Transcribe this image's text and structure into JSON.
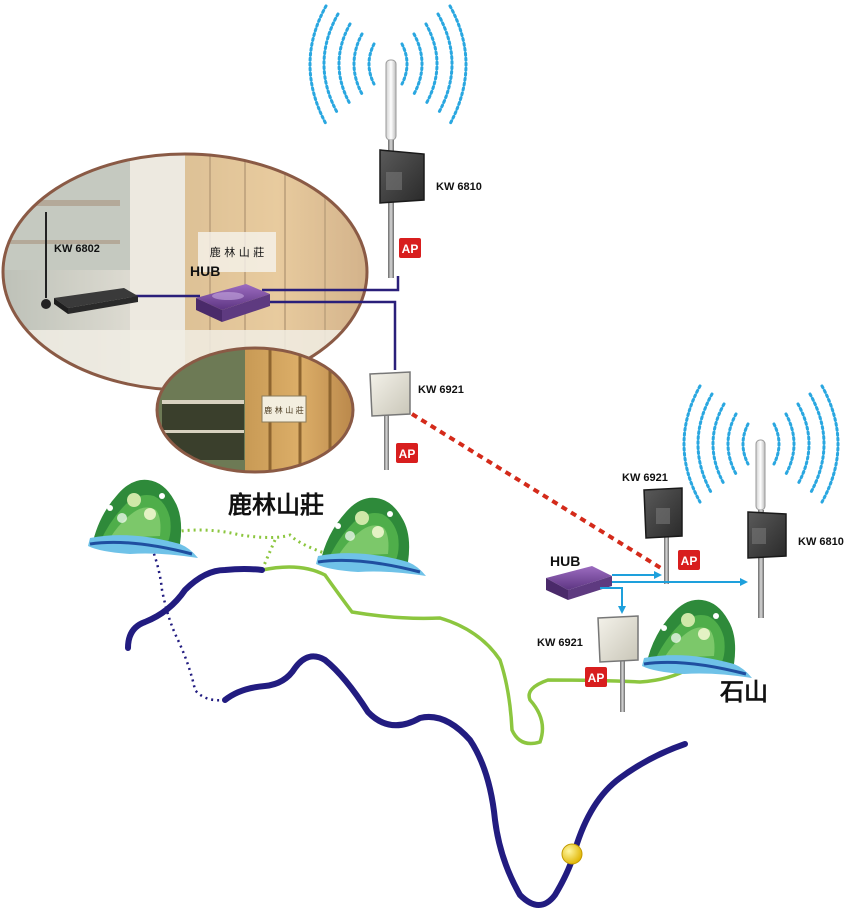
{
  "devices": {
    "kw6810_top": "KW 6810",
    "kw6802": "KW 6802",
    "hub_left": "HUB",
    "kw6921_mid": "KW 6921",
    "kw6921_right_top": "KW 6921",
    "kw6810_right": "KW 6810",
    "hub_right": "HUB",
    "kw6921_right_bottom": "KW 6921"
  },
  "badges": {
    "ap": "AP"
  },
  "places": {
    "lulin": "鹿林山莊",
    "shishan": "石山"
  },
  "signs": {
    "lodge_sign": "鹿 林 山 莊"
  },
  "colors": {
    "ap_badge": "#d81e1e",
    "cable": "#2a1f7a",
    "wifi_link": "#d42a1a",
    "green_trail": "#8cc63f",
    "blue_trail": "#221c80",
    "signal_waves": "#2aa7e0",
    "arrow": "#1ea0dc",
    "hub_body": "#7a4b9c",
    "frame_border": "#8a5a45",
    "marker": "#f5d000"
  },
  "icons": {
    "antenna_omni": "omni-antenna-icon",
    "panel_dark": "dark-panel-antenna-icon",
    "panel_light": "light-panel-antenna-icon",
    "hub": "hub-icon",
    "router": "router-icon",
    "mountain": "mountain-icon"
  }
}
